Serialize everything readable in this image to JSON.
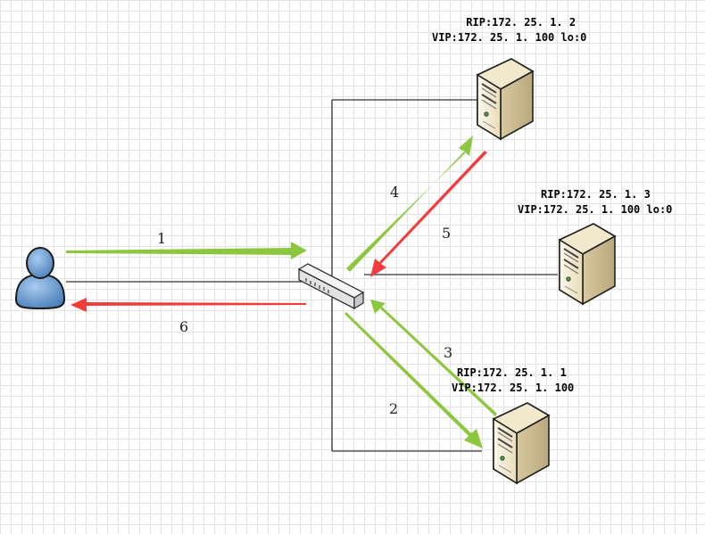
{
  "servers": [
    {
      "id": "server-1",
      "rip": "RIP:172. 25. 1. 1",
      "vip": "VIP:172. 25. 1. 100"
    },
    {
      "id": "server-2",
      "rip": "RIP:172. 25. 1. 2",
      "vip": "VIP:172. 25. 1. 100  lo:0"
    },
    {
      "id": "server-3",
      "rip": "RIP:172. 25. 1. 3",
      "vip": "VIP:172. 25. 1. 100  lo:0"
    }
  ],
  "flows": [
    {
      "step": "1",
      "color": "#8dc63f"
    },
    {
      "step": "2",
      "color": "#8dc63f"
    },
    {
      "step": "3",
      "color": "#8dc63f"
    },
    {
      "step": "4",
      "color": "#8dc63f"
    },
    {
      "step": "5",
      "color": "#f23c3c"
    },
    {
      "step": "6",
      "color": "#f23c3c"
    }
  ],
  "icons": {
    "client": "user-icon",
    "switch": "switch-icon",
    "server": "server-icon"
  },
  "colors": {
    "request": "#8dc63f",
    "response": "#f23c3c",
    "wire": "#333333",
    "user": "#5b8fc9",
    "server_body": "#efe6cc"
  }
}
